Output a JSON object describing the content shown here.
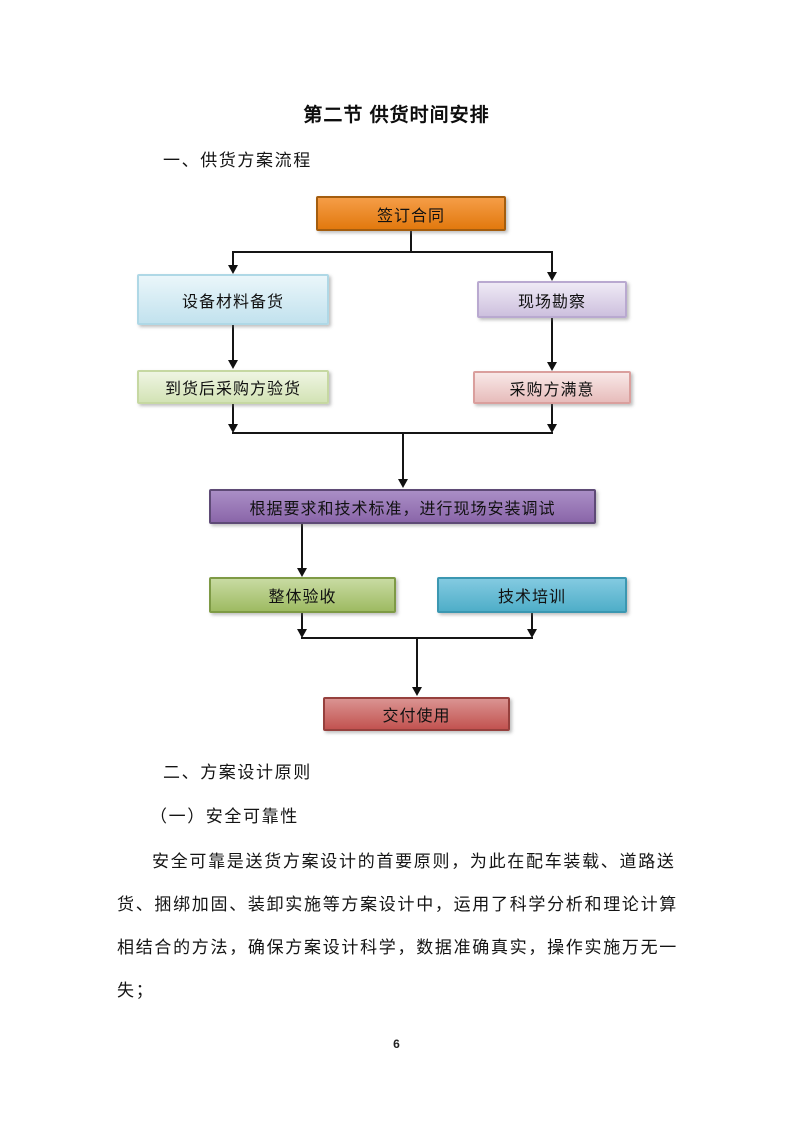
{
  "document": {
    "title": "第二节 供货时间安排",
    "headings": {
      "process": "一、供货方案流程",
      "principles": "二、方案设计原则",
      "safety": "（一）安全可靠性"
    },
    "paragraph_lines": [
      "安全可靠是送货方案设计的首要原则，为此在配车装载、道路送",
      "货、捆绑加固、装卸实施等方案设计中，运用了科学分析和理论计算",
      "相结合的方法，确保方案设计科学，数据准确真实，操作实施万无一",
      "失；"
    ],
    "page_number": "6"
  },
  "flowchart": {
    "nodes": [
      {
        "id": "sign-contract",
        "label": "签订合同",
        "fill_top": "#F59D47",
        "fill_bottom": "#E2790E",
        "border": "#A45D0E"
      },
      {
        "id": "equipment-stock",
        "label": "设备材料备货",
        "fill_top": "#EAF6FA",
        "fill_bottom": "#C2E2EE",
        "border": "#AFD8E6"
      },
      {
        "id": "site-survey",
        "label": "现场勘察",
        "fill_top": "#EFEAF5",
        "fill_bottom": "#CDC0DE",
        "border": "#B9A9D0"
      },
      {
        "id": "goods-inspection",
        "label": "到货后采购方验货",
        "fill_top": "#EFF5E3",
        "fill_bottom": "#D3E3B5",
        "border": "#C6D8A2"
      },
      {
        "id": "buyer-satisfied",
        "label": "采购方满意",
        "fill_top": "#F8E8E7",
        "fill_bottom": "#E7BCBB",
        "border": "#DA9F9D"
      },
      {
        "id": "install-debug",
        "label": "根据要求和技术标准，进行现场安装调试",
        "fill_top": "#AA8EC6",
        "fill_bottom": "#8A66A9",
        "border": "#5E4A76"
      },
      {
        "id": "overall-acceptance",
        "label": "整体验收",
        "fill_top": "#C8DBA2",
        "fill_bottom": "#9EBB62",
        "border": "#7E9A45"
      },
      {
        "id": "tech-training",
        "label": "技术培训",
        "fill_top": "#83CAE1",
        "fill_bottom": "#4FAEC8",
        "border": "#3B97B1"
      },
      {
        "id": "delivery",
        "label": "交付使用",
        "fill_top": "#DA9391",
        "fill_bottom": "#C25350",
        "border": "#96403D"
      }
    ]
  }
}
